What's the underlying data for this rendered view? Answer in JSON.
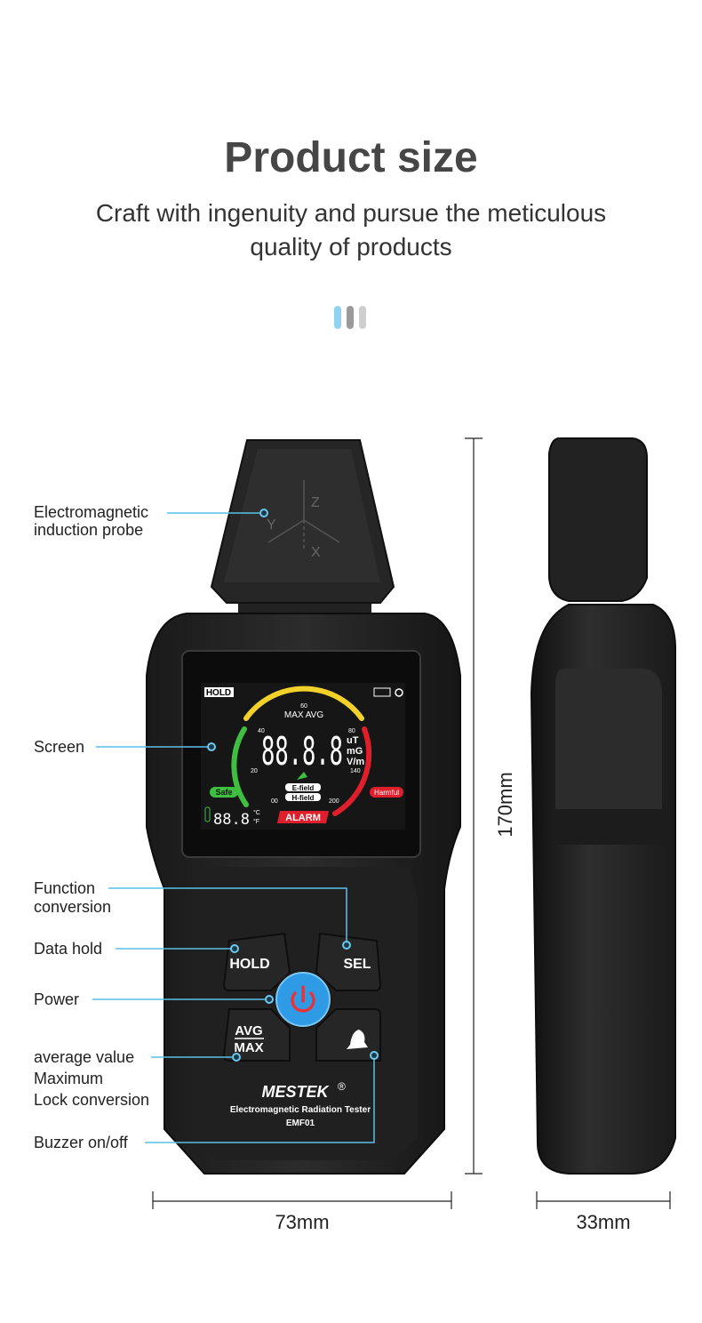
{
  "header": {
    "title": "Product size",
    "subtitle_line1": "Craft with ingenuity and pursue the meticulous",
    "subtitle_line2": "quality of products"
  },
  "indicator_colors": [
    "#8fd2f2",
    "#9a9a9a",
    "#cfcfcf"
  ],
  "callouts": {
    "probe": [
      "Electromagnetic",
      "induction probe"
    ],
    "screen": "Screen",
    "function": [
      "Function",
      "conversion"
    ],
    "hold": "Data hold",
    "power": "Power",
    "avgmax": [
      "average value",
      "Maximum",
      "Lock conversion"
    ],
    "buzzer": "Buzzer on/off"
  },
  "dimensions": {
    "height": "170mm",
    "width": "73mm",
    "depth": "33mm"
  },
  "probe_axes": {
    "z": "Z",
    "y": "Y",
    "x": "X"
  },
  "display": {
    "hold": "HOLD",
    "modes": "MAX AVG",
    "digits": "88.8.8",
    "units": [
      "uT",
      "mG",
      "V/m"
    ],
    "ticks": [
      "60",
      "40",
      "80",
      "20",
      "140",
      "00",
      "200"
    ],
    "safe": "Safe",
    "harmful": "Harmful",
    "efield": "E-field",
    "hfield": "H-field",
    "alarm": "ALARM",
    "temp": "88.8",
    "temp_units": [
      "°C",
      "°F"
    ]
  },
  "buttons": {
    "hold": "HOLD",
    "sel": "SEL",
    "avg": "AVG",
    "max": "MAX"
  },
  "brand": {
    "name": "MESTEK",
    "reg": "®",
    "product": "Electromagnetic Radiation Tester",
    "model": "EMF01"
  },
  "colors": {
    "accent": "#5bbfe8",
    "power_button": "#2f9be6",
    "power_icon": "#e5343a",
    "safe": "#3fbf3f",
    "harmful": "#e01f2d",
    "gauge_mid": "#f2d22a"
  }
}
